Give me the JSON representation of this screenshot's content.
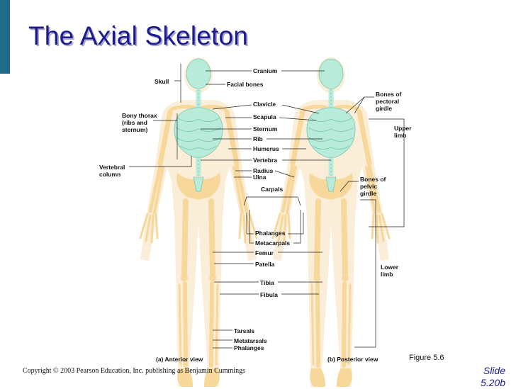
{
  "slide": {
    "title": "The Axial Skeleton",
    "figure_ref": "Figure 5.6",
    "copyright": "Copyright © 2003 Pearson Education, Inc. publishing as Benjamin Cummings",
    "slide_number_line1": "Slide",
    "slide_number_line2": "5.20b"
  },
  "colors": {
    "title": "#1b1b8f",
    "accent_bar": "#1f6b8a",
    "axial_bone": "#b8ebd9",
    "appendicular_bone": "#f7d79a",
    "body_silhouette": "#fbeed8"
  },
  "labels": {
    "skull": "Skull",
    "bony_thorax_1": "Bony thorax",
    "bony_thorax_2": "(ribs and",
    "bony_thorax_3": "sternum)",
    "vertebral_1": "Vertebral",
    "vertebral_2": "column",
    "cranium": "Cranium",
    "facial_bones": "Facial bones",
    "clavicle": "Clavicle",
    "scapula": "Scapula",
    "sternum": "Sternum",
    "rib": "Rib",
    "humerus": "Humerus",
    "vertebra": "Vertebra",
    "radius": "Radius",
    "ulna": "Ulna",
    "carpals": "Carpals",
    "phalanges": "Phalanges",
    "metacarpals": "Metacarpals",
    "femur": "Femur",
    "patella": "Patella",
    "tibia": "Tibia",
    "fibula": "Fibula",
    "tarsals": "Tarsals",
    "metatarsals": "Metatarsals",
    "phalanges_foot": "Phalanges",
    "pectoral_1": "Bones of",
    "pectoral_2": "pectoral",
    "pectoral_3": "girdle",
    "upper_1": "Upper",
    "upper_2": "limb",
    "pelvic_1": "Bones of",
    "pelvic_2": "pelvic",
    "pelvic_3": "girdle",
    "lower_1": "Lower",
    "lower_2": "limb",
    "caption_a": "(a) Anterior view",
    "caption_b": "(b) Posterior view"
  }
}
